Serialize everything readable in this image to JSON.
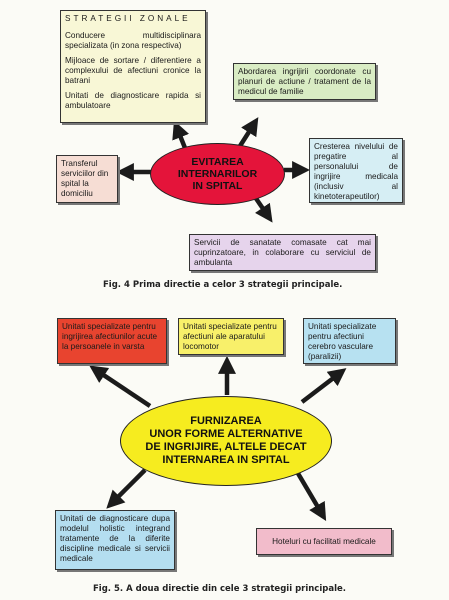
{
  "fig4": {
    "center": {
      "lines": [
        "EVITAREA",
        "INTERNARILOR",
        "IN SPITAL"
      ],
      "color": "#e4143a"
    },
    "strategii_zonale": {
      "title": "STRATEGII ZONALE",
      "items": [
        "Conducere multidisciplinara specializata (in zona respectiva)",
        "Mijloace de sortare / diferentiere a complexului de afectiuni cronice la batrani",
        "Unitati de diagnosticare rapida si ambulatoare"
      ],
      "color": "#f8f7d6"
    },
    "abordarea": {
      "text": "Abordarea ingrijirii coordonate cu planuri de actiune / tratament de la medicul de familie",
      "color": "#d9ecc4"
    },
    "cresterea": {
      "text": "Cresterea nivelului de pregatire al personalului de ingrijire medicala (inclusiv al kinetoterapeutilor)",
      "color": "#d6eef4"
    },
    "servicii": {
      "text": "Servicii de sanatate comasate cat mai cuprinzatoare, in colaborare cu serviciul de ambulanta",
      "color": "#e6d4ec"
    },
    "transferul": {
      "text": "Transferul serviciilor din spital la domiciliu",
      "color": "#f6ddd4"
    },
    "caption": "Fig. 4 Prima directie a celor 3 strategii principale."
  },
  "fig5": {
    "center": {
      "lines": [
        "FURNIZAREA",
        "UNOR FORME ALTERNATIVE",
        "DE INGRIJIRE, ALTELE DECAT",
        "INTERNAREA IN SPITAL"
      ],
      "color": "#f6ec1f"
    },
    "red_box": {
      "text": "Unitati specializate pentru ingrijirea afectiunilor acute la persoanele in varsta",
      "color": "#e8442f"
    },
    "yellow_box": {
      "text": "Unitati specializate pentru afectiuni ale aparatului locomotor",
      "color": "#f8f06a"
    },
    "blue_box": {
      "text": "Unitati specializate pentru afectiuni cerebro vasculare (paralizii)",
      "color": "#b7e1f1"
    },
    "diagnostic_box": {
      "text": "Unitati de diagnosticare dupa modelul holistic integrand tratamente de la diferite discipline medicale si servicii medicale",
      "color": "#b4def0"
    },
    "hoteluri_box": {
      "text": "Hoteluri cu facilitati medicale",
      "color": "#f2bccb"
    },
    "caption": "Fig. 5. A doua directie din cele 3 strategii principale."
  }
}
